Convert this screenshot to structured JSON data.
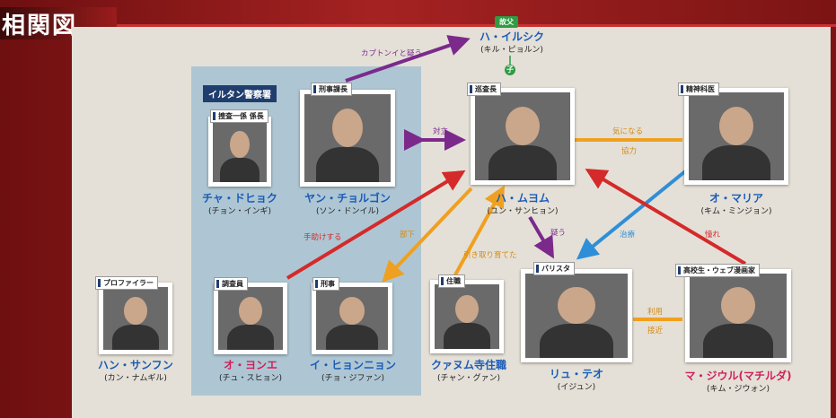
{
  "page_title": "相関図",
  "group_label": "イルタン警察署",
  "father": {
    "badge": "故父",
    "name": "ハ・イルシク",
    "actor": "(キル・ピョルン)",
    "child_mark": "子"
  },
  "characters": [
    {
      "id": "cha",
      "tag": "捜査一係 係長",
      "name": "チャ・ドヒョク",
      "actor": "(チョン・インギ)"
    },
    {
      "id": "yan",
      "tag": "刑事課長",
      "name": "ヤン・チョルゴン",
      "actor": "(ソン・ドンイル)"
    },
    {
      "id": "ha",
      "tag": "巡査長",
      "name": "ハ・ムヨム",
      "actor": "(ユン・サンヒョン)"
    },
    {
      "id": "oh",
      "tag": "精神科医",
      "name": "オ・マリア",
      "actor": "(キム・ミンジョン)"
    },
    {
      "id": "han",
      "tag": "プロファイラー",
      "name": "ハン・サンフン",
      "actor": "(カン・ナムギル)"
    },
    {
      "id": "oyon",
      "tag": "調査員",
      "name": "オ・ヨンエ",
      "actor": "(チュ・スヒョン)"
    },
    {
      "id": "ihyo",
      "tag": "刑事",
      "name": "イ・ヒョンニョン",
      "actor": "(チョ・ジファン)"
    },
    {
      "id": "kwa",
      "tag": "住職",
      "name": "クァヌム寺住職",
      "actor": "(チャン・グァン)"
    },
    {
      "id": "ryu",
      "tag": "バリスタ",
      "name": "リュ・テオ",
      "actor": "(イジュン)"
    },
    {
      "id": "ma",
      "tag": "高校生・ウェブ漫画家",
      "name": "マ・ジウル(マチルダ)",
      "actor": "(キム・ジウォン)"
    }
  ],
  "relations": {
    "kaput": "カプトンイと疑う",
    "oppose": "対立",
    "kininaru": "気になる",
    "kyoryoku": "協力",
    "tedasuke": "手助けする",
    "buka": "部下",
    "hikitori": "引き取り育てた",
    "utagau": "疑う",
    "chiryo": "治療",
    "akogare": "憧れ",
    "riyo": "利用",
    "sekkin": "接近"
  },
  "colors": {
    "purple": "#7b2a8c",
    "orange": "#f0a020",
    "red": "#d42a2a",
    "blue": "#2e8fd8",
    "police_bg": "#aec6d3"
  }
}
